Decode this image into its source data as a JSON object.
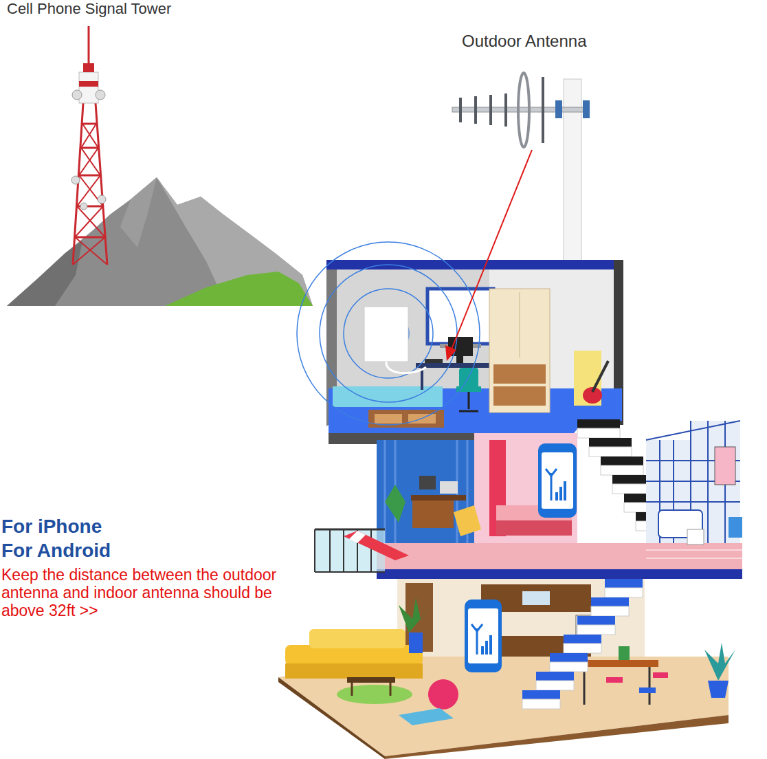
{
  "diagram": {
    "labels": [
      "Cell Phone Signal Tower",
      "Outdoor Antenna",
      "For iPhone",
      "For Android",
      "Keep the distance between the outdoor antenna and indoor antenna should be above 32ft >>"
    ]
  }
}
